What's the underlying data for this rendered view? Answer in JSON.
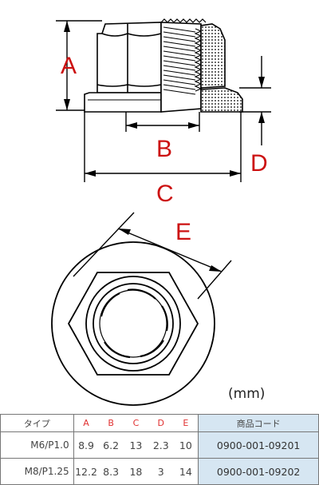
{
  "dimension_labels": {
    "a": "A",
    "b": "B",
    "c": "C",
    "d": "D",
    "e": "E"
  },
  "unit_label": "(mm)",
  "table": {
    "headers": {
      "type": "タイプ",
      "a": "A",
      "b": "B",
      "c": "C",
      "d": "D",
      "e": "E",
      "code": "商品コード"
    },
    "rows": [
      {
        "type": "M6/P1.0",
        "a": "8.9",
        "b": "6.2",
        "c": "13",
        "d": "2.3",
        "e": "10",
        "code": "0900-001-09201"
      },
      {
        "type": "M8/P1.25",
        "a": "12.2",
        "b": "8.3",
        "c": "18",
        "d": "3",
        "e": "14",
        "code": "0900-001-09202"
      }
    ]
  },
  "colors": {
    "dimension_text": "#cc1111",
    "code_column": "#d6e6f2",
    "line": "#000000"
  }
}
